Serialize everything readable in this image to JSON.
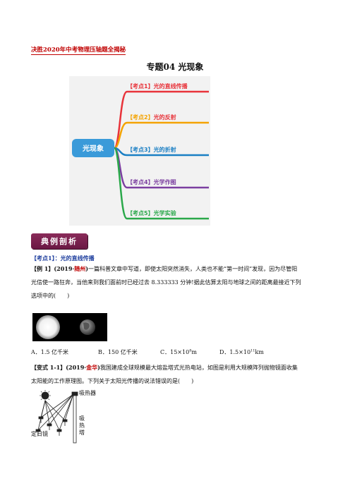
{
  "header": {
    "text": "决胜2020年中考物理压轴题全揭秘"
  },
  "title": "专题04 光现象",
  "mindmap": {
    "center": "光现象",
    "branches": [
      {
        "tag": "【考点1】",
        "label": "光的直线传播",
        "color": "#e8333a"
      },
      {
        "tag": "【考点2】",
        "label": "光的反射",
        "color": "#f4a300"
      },
      {
        "tag": "【考点3】",
        "label": "光的折射",
        "color": "#1a7fc4"
      },
      {
        "tag": "【考点4】",
        "label": "光学作图",
        "color": "#7b3fa0"
      },
      {
        "tag": "【考点5】",
        "label": "光学实验",
        "color": "#2aa84a"
      }
    ]
  },
  "banner": "典例剖析",
  "section1": {
    "tag": "【考点1】：",
    "label": "光的直线传播"
  },
  "example1": {
    "tag": "【例 1】",
    "source_open": "(2019·",
    "source_place": "随州",
    "source_close": ")",
    "text1": "一篇科普文章中写道，即使太阳突然消失，人类也不能“第一时间”发现，因为尽管阳",
    "text2": "光信使一路狂奔，当他来到我们面前时已经过去 8.333333 分钟!据此估算太阳与地球之间的距离最接近下列",
    "text3": "选项中的(　　)"
  },
  "options": [
    {
      "letter": "A．",
      "text": "1.5 亿千米"
    },
    {
      "letter": "B．",
      "text": "150 亿千米"
    },
    {
      "letter": "C．",
      "text": "15×10",
      "sup": "8",
      "unit": "m"
    },
    {
      "letter": "D．",
      "text": "1.5×10",
      "sup": "11",
      "unit": "km"
    }
  ],
  "variant1": {
    "tag": "【变式 1-1】",
    "source_open": "(2019·",
    "source_place": "金华",
    "source_close": ")",
    "text1": "我国建成全球规模最大熔盐塔式光热电站，如图是利用大规模阵列抛物镜面收集",
    "text2": "太阳能的工作原理图。下列关于太阳光传播的说法错误的是(　　)"
  },
  "diagram": {
    "receiver": "吸热器",
    "heliostat": "定日镜",
    "tower": "吸热塔"
  }
}
